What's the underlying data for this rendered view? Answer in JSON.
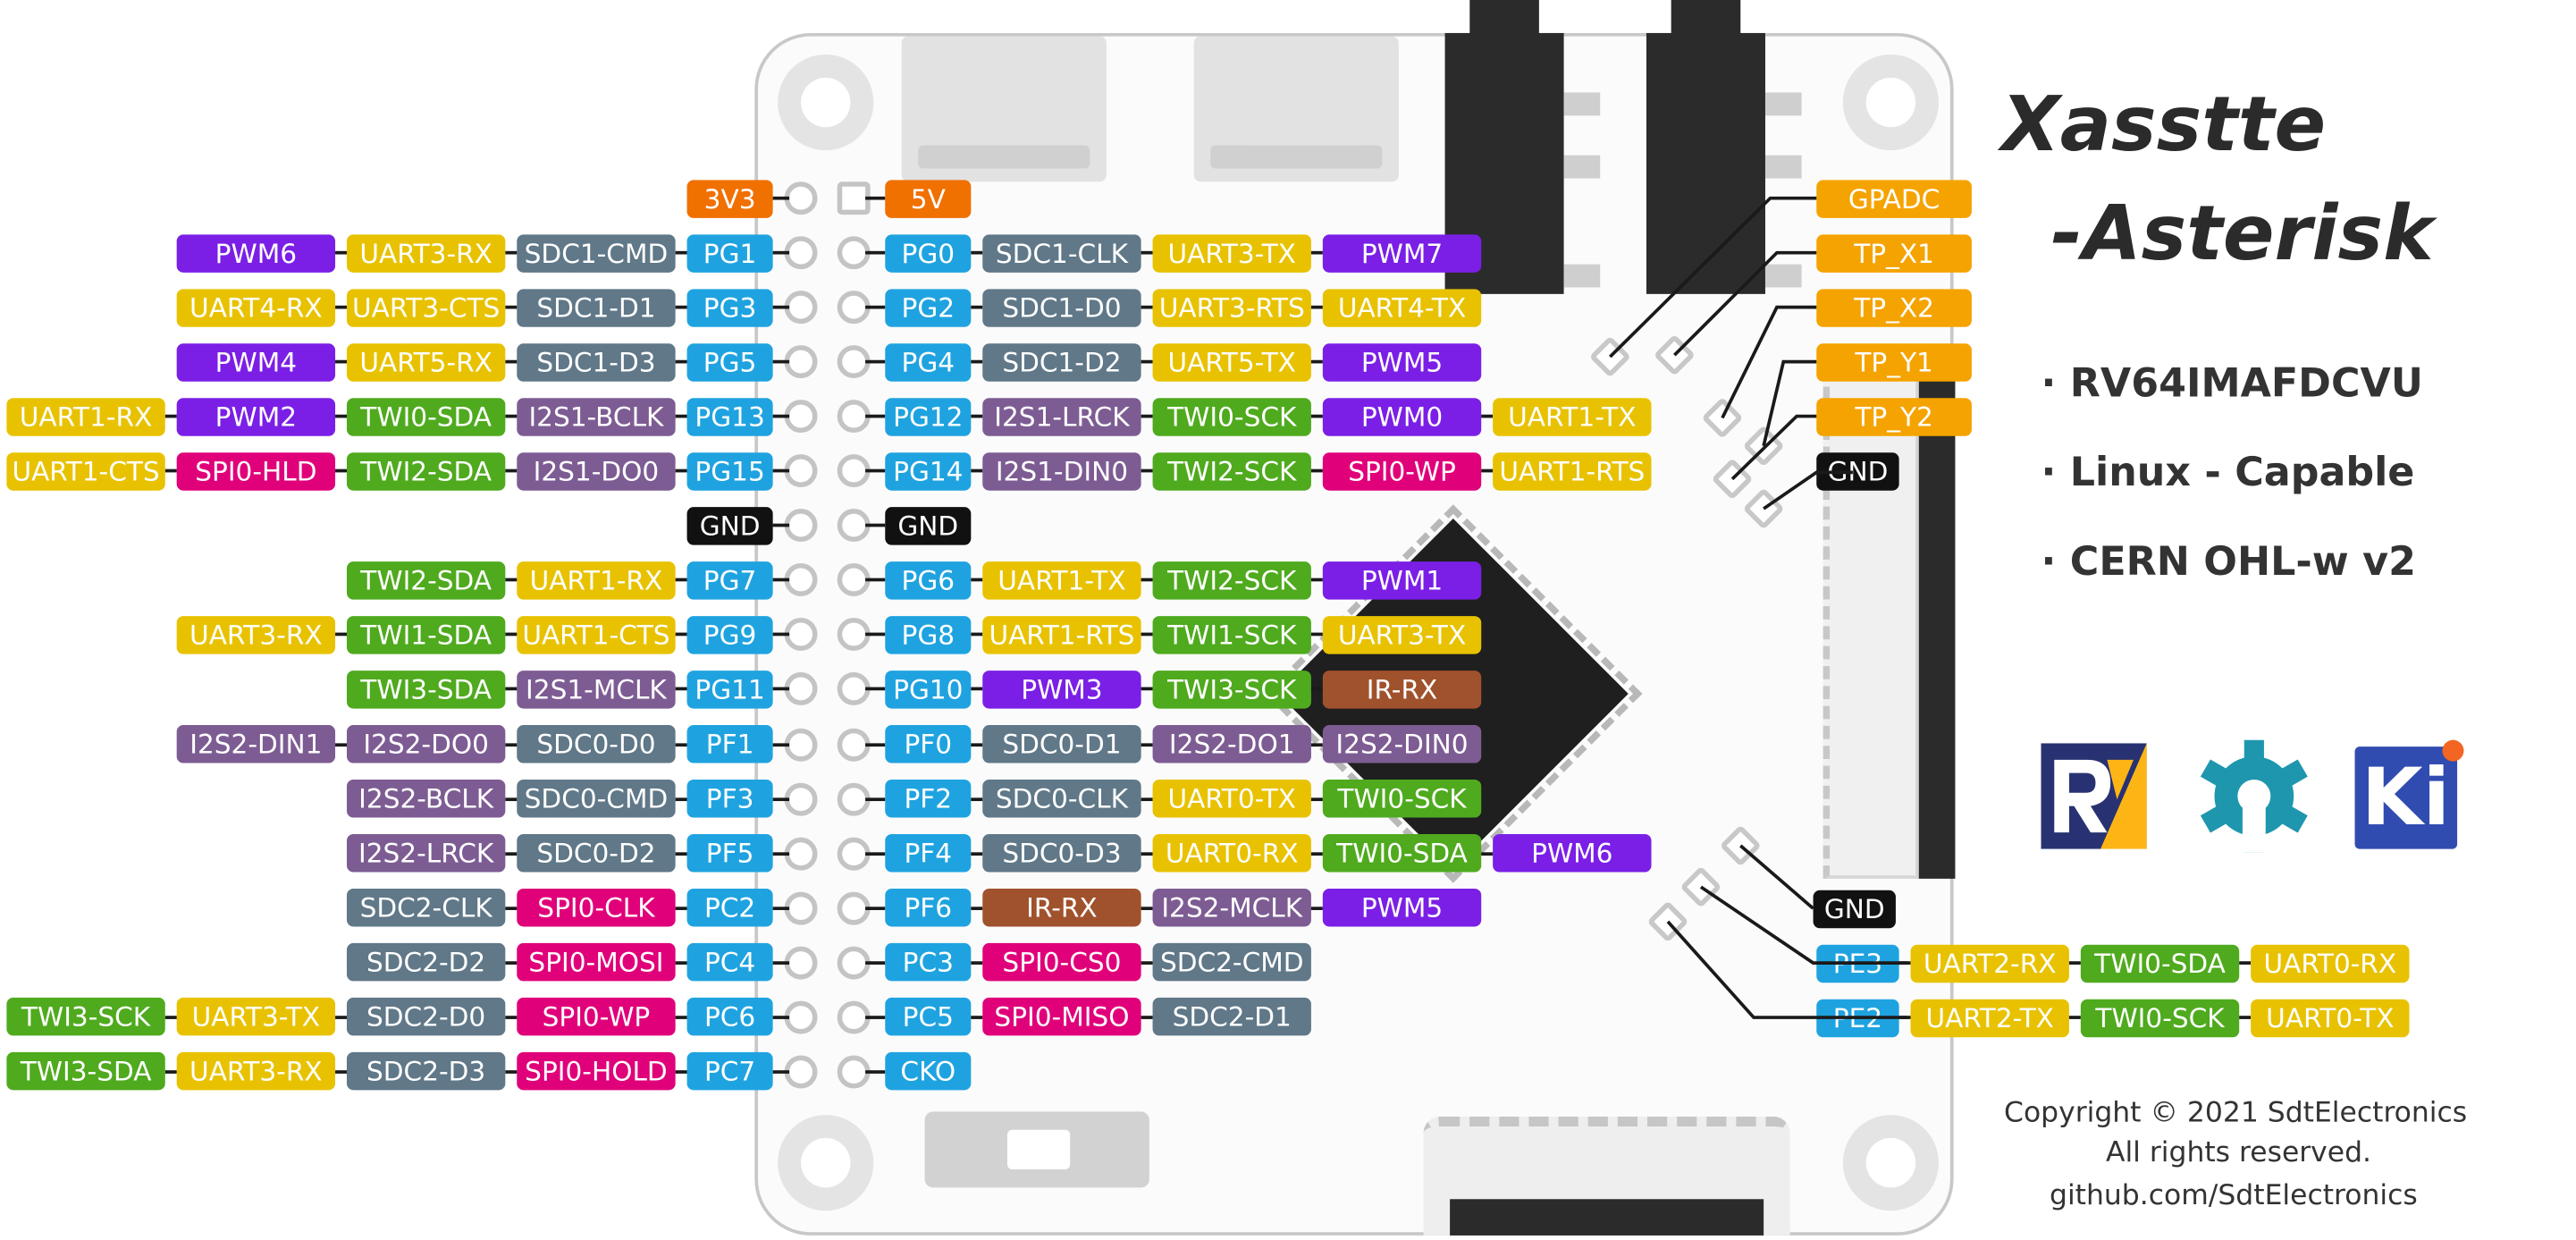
{
  "title": {
    "line1": "Xasstte",
    "line2": "-Asterisk"
  },
  "features": [
    "· RV64IMAFDCVU",
    "· Linux - Capable",
    "· CERN OHL-w v2"
  ],
  "copyright": {
    "line1": "Copyright © 2021 SdtElectronics",
    "line2": "All rights reserved.",
    "line3": "github.com/SdtElectronics"
  },
  "logos": {
    "kicad_text": "Ki"
  },
  "colors": {
    "pwm": "#7b1fe6",
    "uart": "#e8c200",
    "sdc": "#607888",
    "pin": "#1fa3e0",
    "twi": "#4faa1e",
    "i2s": "#7d5c93",
    "spi": "#e0007a",
    "ir": "#a0522d",
    "power": "#f07000",
    "gnd": "#111111",
    "tp": "#f5a300"
  },
  "header_rows": [
    {
      "left": [
        "3V3"
      ],
      "right": [
        "5V"
      ]
    },
    {
      "left": [
        "PWM6",
        "UART3-RX",
        "SDC1-CMD",
        "PG1"
      ],
      "right": [
        "PG0",
        "SDC1-CLK",
        "UART3-TX",
        "PWM7"
      ]
    },
    {
      "left": [
        "UART4-RX",
        "UART3-CTS",
        "SDC1-D1",
        "PG3"
      ],
      "right": [
        "PG2",
        "SDC1-D0",
        "UART3-RTS",
        "UART4-TX"
      ]
    },
    {
      "left": [
        "PWM4",
        "UART5-RX",
        "SDC1-D3",
        "PG5"
      ],
      "right": [
        "PG4",
        "SDC1-D2",
        "UART5-TX",
        "PWM5"
      ]
    },
    {
      "left": [
        "UART1-RX",
        "PWM2",
        "TWI0-SDA",
        "I2S1-BCLK",
        "PG13"
      ],
      "right": [
        "PG12",
        "I2S1-LRCK",
        "TWI0-SCK",
        "PWM0",
        "UART1-TX"
      ]
    },
    {
      "left": [
        "UART1-CTS",
        "SPI0-HLD",
        "TWI2-SDA",
        "I2S1-DO0",
        "PG15"
      ],
      "right": [
        "PG14",
        "I2S1-DIN0",
        "TWI2-SCK",
        "SPI0-WP",
        "UART1-RTS"
      ]
    },
    {
      "left": [
        "GND"
      ],
      "right": [
        "GND"
      ]
    },
    {
      "left": [
        "TWI2-SDA",
        "UART1-RX",
        "PG7"
      ],
      "right": [
        "PG6",
        "UART1-TX",
        "TWI2-SCK",
        "PWM1"
      ]
    },
    {
      "left": [
        "UART3-RX",
        "TWI1-SDA",
        "UART1-CTS",
        "PG9"
      ],
      "right": [
        "PG8",
        "UART1-RTS",
        "TWI1-SCK",
        "UART3-TX"
      ]
    },
    {
      "left": [
        "TWI3-SDA",
        "I2S1-MCLK",
        "PG11"
      ],
      "right": [
        "PG10",
        "PWM3",
        "TWI3-SCK",
        "IR-RX"
      ]
    },
    {
      "left": [
        "I2S2-DIN1",
        "I2S2-DO0",
        "SDC0-D0",
        "PF1"
      ],
      "right": [
        "PF0",
        "SDC0-D1",
        "I2S2-DO1",
        "I2S2-DIN0"
      ]
    },
    {
      "left": [
        "I2S2-BCLK",
        "SDC0-CMD",
        "PF3"
      ],
      "right": [
        "PF2",
        "SDC0-CLK",
        "UART0-TX",
        "TWI0-SCK"
      ]
    },
    {
      "left": [
        "I2S2-LRCK",
        "SDC0-D2",
        "PF5"
      ],
      "right": [
        "PF4",
        "SDC0-D3",
        "UART0-RX",
        "TWI0-SDA",
        "PWM6"
      ]
    },
    {
      "left": [
        "SDC2-CLK",
        "SPI0-CLK",
        "PC2"
      ],
      "right": [
        "PF6",
        "IR-RX",
        "I2S2-MCLK",
        "PWM5"
      ]
    },
    {
      "left": [
        "SDC2-D2",
        "SPI0-MOSI",
        "PC4"
      ],
      "right": [
        "PC3",
        "SPI0-CS0",
        "SDC2-CMD"
      ]
    },
    {
      "left": [
        "TWI3-SCK",
        "UART3-TX",
        "SDC2-D0",
        "SPI0-WP",
        "PC6"
      ],
      "right": [
        "PC5",
        "SPI0-MISO",
        "SDC2-D1"
      ]
    },
    {
      "left": [
        "TWI3-SDA",
        "UART3-RX",
        "SDC2-D3",
        "SPI0-HOLD",
        "PC7"
      ],
      "right": [
        "CKO"
      ]
    }
  ],
  "adc_pins": [
    "GPADC",
    "TP_X1",
    "TP_X2",
    "TP_Y1",
    "TP_Y2",
    "GND"
  ],
  "pe_rows": [
    {
      "labels": [
        "GND"
      ]
    },
    {
      "labels": [
        "PE3",
        "UART2-RX",
        "TWI0-SDA",
        "UART0-RX"
      ]
    },
    {
      "labels": [
        "PE2",
        "UART2-TX",
        "TWI0-SCK",
        "UART0-TX"
      ]
    }
  ]
}
